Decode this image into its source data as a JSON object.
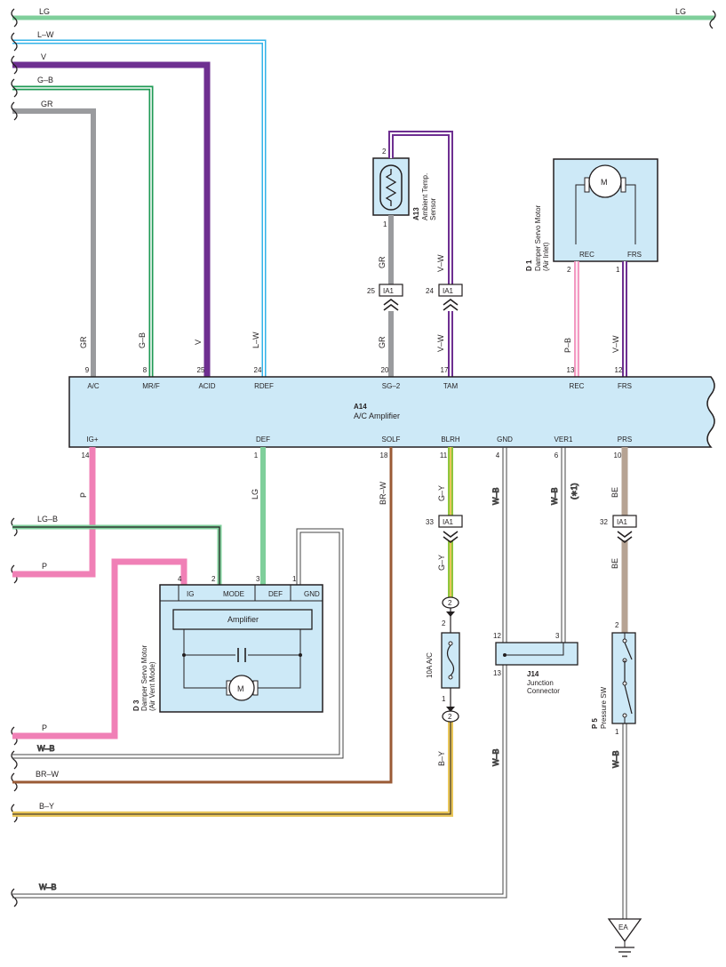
{
  "colors": {
    "LG": "#7fcf9b",
    "LW": "#33b3e8",
    "V": "#6e2f91",
    "GB": "#1f9a55",
    "GR": "#9a9b9e",
    "P": "#f080b6",
    "BR": "#9a5a35",
    "GY": "#8fc63d",
    "BY": "#e9c65a",
    "BE": "#b6a393",
    "VW": "#6e2f91",
    "PB": "#f39ac2",
    "WB": "#444444",
    "comp": "#cde9f7",
    "line": "#231f20"
  },
  "wires": {
    "lg_top": "LG",
    "lw": "L–W",
    "v": "V",
    "gb": "G–B",
    "gr": "GR",
    "lgb": "LG–B",
    "p": "P",
    "wb": "W–B",
    "brw": "BR–W",
    "by": "B–Y",
    "lg": "LG",
    "gy": "G–Y",
    "vw": "V–W",
    "pb": "P–B",
    "be": "BE",
    "star1": "(∗1)"
  },
  "amplifier": {
    "code": "A14",
    "name": "A/C Amplifier",
    "top_pins": [
      {
        "num": "9",
        "label": "A/C"
      },
      {
        "num": "8",
        "label": "MR/F"
      },
      {
        "num": "25",
        "label": "ACID"
      },
      {
        "num": "24",
        "label": "RDEF"
      },
      {
        "num": "20",
        "label": "SG–2"
      },
      {
        "num": "17",
        "label": "TAM"
      },
      {
        "num": "13",
        "label": "REC"
      },
      {
        "num": "12",
        "label": "FRS"
      }
    ],
    "bottom_pins": [
      {
        "num": "14",
        "label": "IG+"
      },
      {
        "num": "1",
        "label": "DEF"
      },
      {
        "num": "18",
        "label": "SOLF"
      },
      {
        "num": "11",
        "label": "BLRH"
      },
      {
        "num": "4",
        "label": "GND"
      },
      {
        "num": "6",
        "label": "VER1"
      },
      {
        "num": "10",
        "label": "PRS"
      }
    ]
  },
  "sensor": {
    "code": "A13",
    "name1": "Ambient Temp.",
    "name2": "Sensor",
    "pin_top": "2",
    "pin_bottom": "1"
  },
  "d1": {
    "code": "D 1",
    "name1": "Damper Servo Motor",
    "name2": "(Air Inlet)",
    "pin_rec": "REC",
    "pin_frs": "FRS",
    "num_rec": "2",
    "num_frs": "1",
    "motor": "M"
  },
  "d3": {
    "code": "D 3",
    "name1": "Damper Servo Motor",
    "name2": "(Air Vent Mode)",
    "inner": "Amplifier",
    "motor": "M",
    "pins": [
      {
        "num": "4",
        "label": "IG"
      },
      {
        "num": "2",
        "label": "MODE"
      },
      {
        "num": "3",
        "label": "DEF"
      },
      {
        "num": "1",
        "label": "GND"
      }
    ]
  },
  "connector": {
    "name": "IA1",
    "pin_gr": "25",
    "pin_vw": "24",
    "pin_gy": "33",
    "pin_be": "32"
  },
  "fuse": {
    "label": "10A A/C",
    "junction": "2",
    "pin_top": "2",
    "pin_bottom": "1"
  },
  "j14": {
    "code": "J14",
    "name1": "Junction",
    "name2": "Connector",
    "pin12": "12",
    "pin13": "13",
    "pin3": "3"
  },
  "p5": {
    "code": "P 5",
    "name": "Pressure SW",
    "pin_top": "2",
    "pin_bottom": "1"
  },
  "ground": {
    "label": "EA"
  }
}
